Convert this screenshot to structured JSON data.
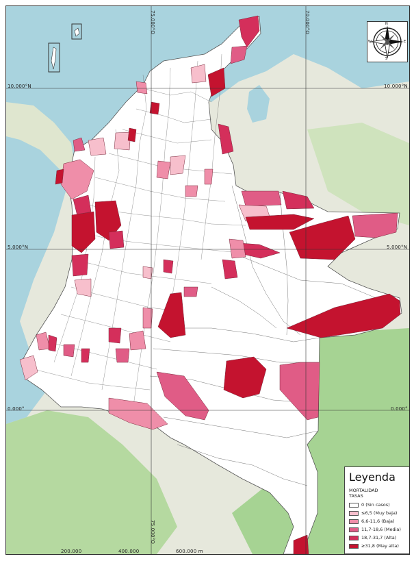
{
  "map": {
    "graticule": {
      "top_left_lon": "75.000°O",
      "top_right_lon": "70.000°O",
      "left_lat_10": "10.000°N",
      "right_lat_10": "10.000°N",
      "left_lat_5": "5.000°N",
      "right_lat_5": "5.000°N",
      "left_lat_0": "0.000°",
      "right_lat_0": "0.000°",
      "bottom_lon_75": "75.000°O",
      "scale_1": "200.000",
      "scale_2": "400.000",
      "scale_3": "600.000 m"
    },
    "colors": {
      "sea": "#a9d3de",
      "land": "#e8eadf",
      "forest": "#9fcf8c",
      "no_cases": "#ffffff",
      "very_low": "#f7bfcc",
      "low": "#ef8ea9",
      "medium": "#e05c86",
      "high": "#d42f5b",
      "very_high": "#c4132f"
    }
  },
  "compass": {
    "n": "N",
    "s": "S",
    "e": "E",
    "w": "W"
  },
  "legend": {
    "title": "Leyenda",
    "line1": "MORTALIDAD",
    "line2": "TASAS",
    "items": [
      {
        "label": "0 (Sin casos)",
        "color": "#ffffff"
      },
      {
        "label": "≤6,5 (Muy baja)",
        "color": "#f7bfcc"
      },
      {
        "label": "6,6-11,6 (Baja)",
        "color": "#ef8ea9"
      },
      {
        "label": "11,7-18,6 (Media)",
        "color": "#e05c86"
      },
      {
        "label": "18,7-31,7 (Alta)",
        "color": "#d42f5b"
      },
      {
        "label": "≥31,8 (May alta)",
        "color": "#c4132f"
      }
    ]
  }
}
